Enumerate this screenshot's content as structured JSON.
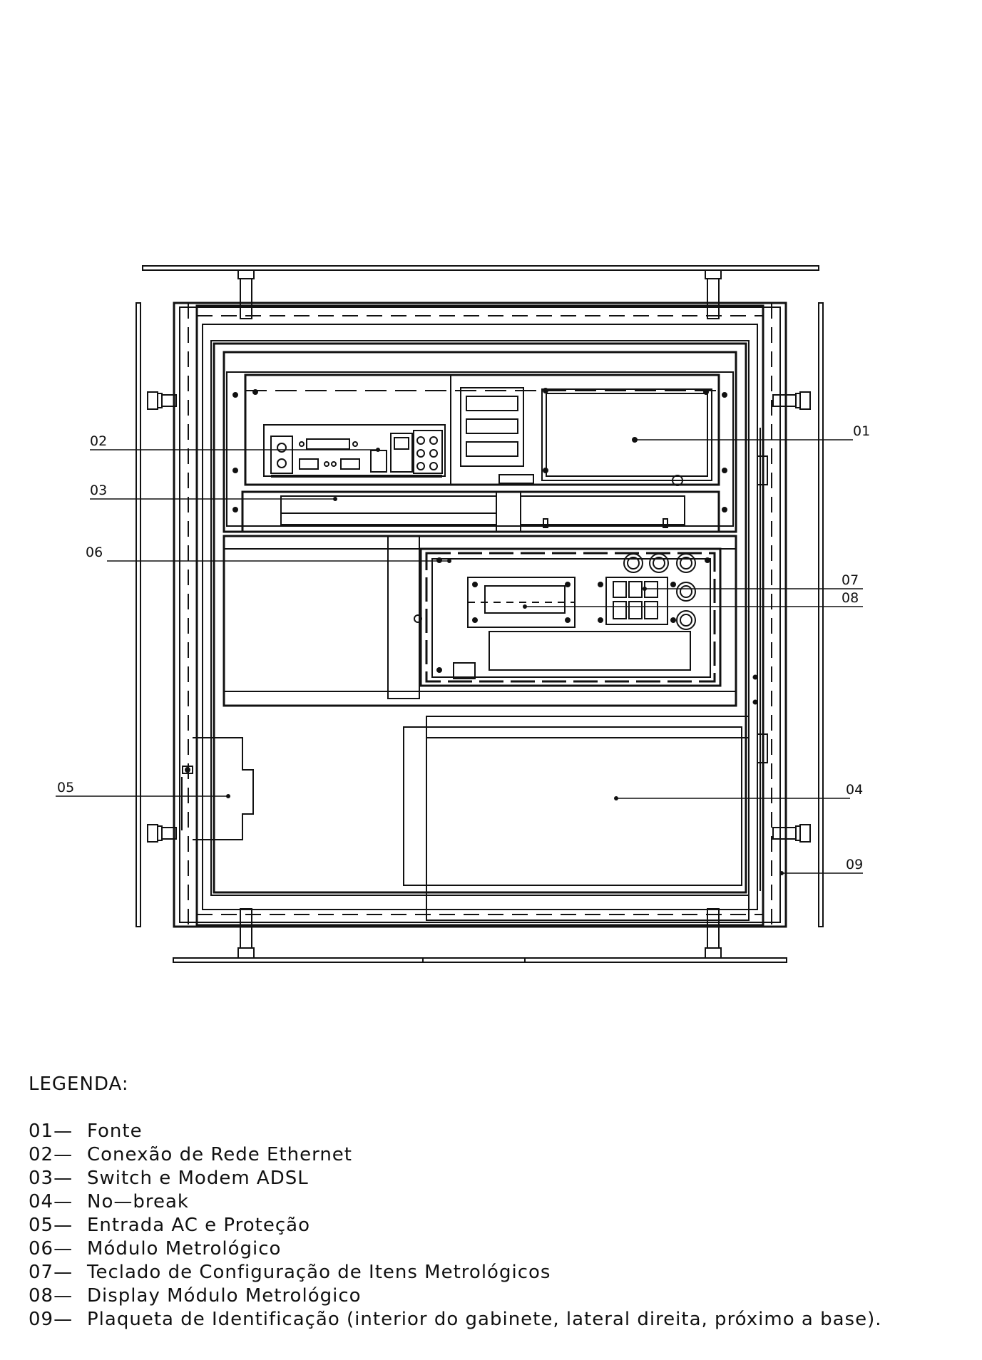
{
  "drawing": {
    "callouts": [
      {
        "id": "01",
        "label": "01"
      },
      {
        "id": "02",
        "label": "02"
      },
      {
        "id": "03",
        "label": "03"
      },
      {
        "id": "04",
        "label": "04"
      },
      {
        "id": "05",
        "label": "05"
      },
      {
        "id": "06",
        "label": "06"
      },
      {
        "id": "07",
        "label": "07"
      },
      {
        "id": "08",
        "label": "08"
      },
      {
        "id": "09",
        "label": "09"
      }
    ]
  },
  "legend": {
    "title": "LEGENDA:",
    "items": [
      {
        "num": "01—",
        "text": "Fonte"
      },
      {
        "num": "02—",
        "text": "Conexão de Rede Ethernet"
      },
      {
        "num": "03—",
        "text": "Switch e Modem ADSL"
      },
      {
        "num": "04—",
        "text": "No—break"
      },
      {
        "num": "05—",
        "text": "Entrada AC e Proteção"
      },
      {
        "num": "06—",
        "text": "Módulo Metrológico"
      },
      {
        "num": "07—",
        "text": "Teclado de Configuração de Itens Metrológicos"
      },
      {
        "num": "08—",
        "text": "Display Módulo Metrológico"
      },
      {
        "num": "09—",
        "text": "Plaqueta de Identificação (interior do gabinete, lateral direita, próximo a base)."
      }
    ]
  }
}
